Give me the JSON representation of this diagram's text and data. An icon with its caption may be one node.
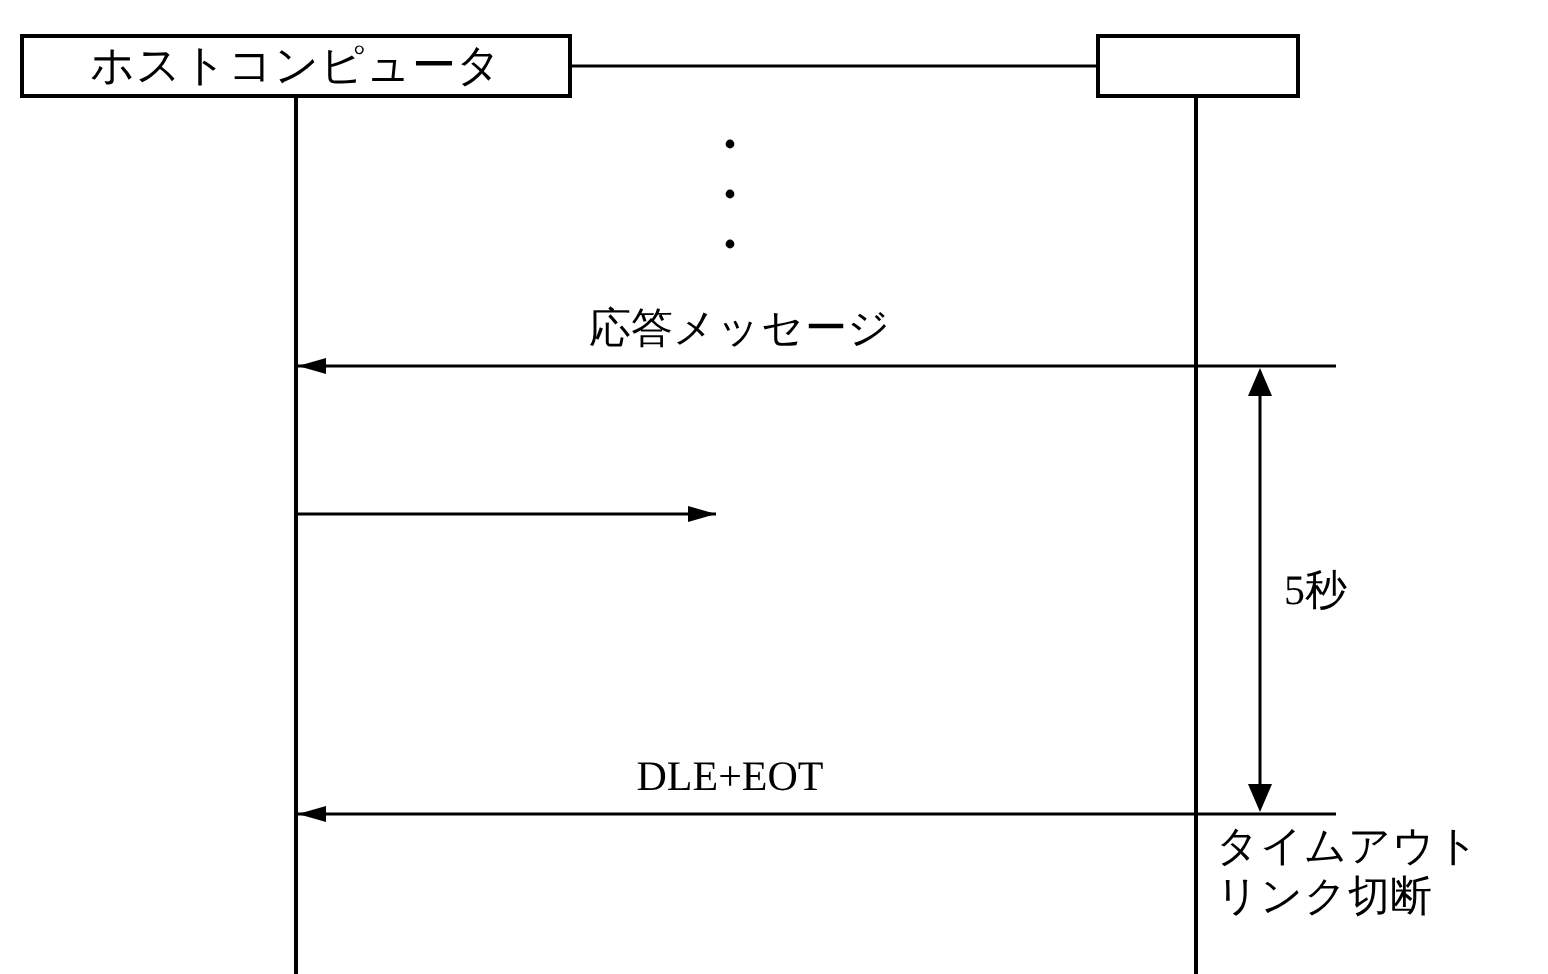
{
  "diagram": {
    "nodes": [
      {
        "text": [
          "ホストコンピュータ"
        ]
      },
      {
        "text": [],
        "shape": "box"
      },
      {
        "text": [],
        "shape": "bar"
      },
      {
        "text": [],
        "shape": "bar"
      }
    ],
    "edges": [
      {
        "from": 0,
        "to": 1,
        "arrow": "none"
      },
      {
        "from": 3,
        "to": 2,
        "arrow": "to",
        "label": "応答メッセージ"
      },
      {
        "from": 2,
        "to": null,
        "arrow": "to"
      },
      {
        "from": 3,
        "to": 2,
        "arrow": "to",
        "label": "DLE+EOT"
      }
    ],
    "labels": [
      "5秒",
      "タイムアウト",
      "リンク切断"
    ]
  }
}
